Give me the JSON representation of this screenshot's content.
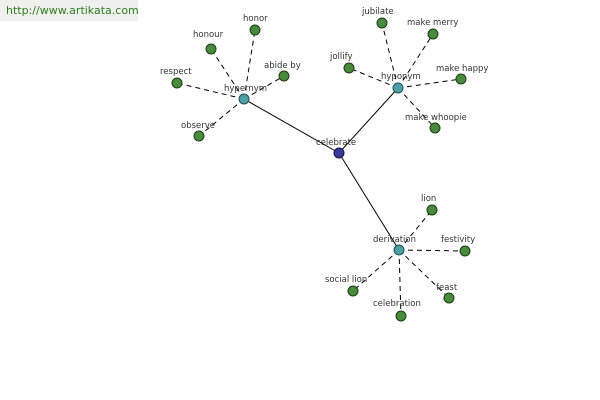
{
  "watermark": "http://www.artikata.com",
  "center": {
    "label": "celebrate"
  },
  "hubs": {
    "hypernym": {
      "label": "hypernym"
    },
    "hyponym": {
      "label": "hyponym"
    },
    "derivation": {
      "label": "derivation"
    }
  },
  "leaves": {
    "honor": "honor",
    "honour": "honour",
    "abide_by": "abide by",
    "respect": "respect",
    "observe": "observe",
    "jubilate": "jubilate",
    "make_merry": "make merry",
    "jollify": "jollify",
    "make_happy": "make happy",
    "make_whoopie": "make whoopie",
    "lion": "lion",
    "festivity": "festivity",
    "social_lion": "social lion",
    "feast": "feast",
    "celebration": "celebration"
  },
  "colors": {
    "leaf": "#4a8a3e",
    "hub": "#4f9fa6",
    "center": "#3a3a9a",
    "watermark_text": "#2e7d1e"
  }
}
